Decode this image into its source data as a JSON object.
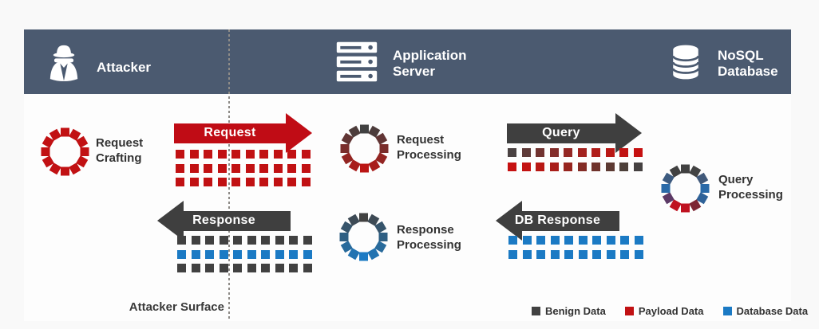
{
  "colors": {
    "header_bg": "#4b5a70",
    "page_bg": "#f9f9f9",
    "content_bg": "#fdfdfd",
    "benign": "#414141",
    "payload": "#c11113",
    "database": "#1b7ac4",
    "divider": "#8e8b87"
  },
  "header": {
    "entities": [
      {
        "icon": "spy-icon",
        "label": "Attacker"
      },
      {
        "icon": "server-icon",
        "label": "Application Server"
      },
      {
        "icon": "database-icon",
        "label": "NoSQL Database"
      }
    ]
  },
  "stages": [
    {
      "id": "request-crafting",
      "label": "Request Crafting"
    },
    {
      "id": "request-processing",
      "label": "Request Processing"
    },
    {
      "id": "query-processing",
      "label": "Query Processing"
    },
    {
      "id": "response-processing",
      "label": "Response Processing"
    }
  ],
  "rings": {
    "request_crafting": [
      "#c11113",
      "#c11113",
      "#c11113",
      "#c11113",
      "#c11113",
      "#c11113",
      "#c11113",
      "#c11113",
      "#c11113",
      "#c11113",
      "#c11113",
      "#c11113"
    ],
    "request_processing": [
      "#414141",
      "#4c3c3b",
      "#613534",
      "#7a2d2b",
      "#932522",
      "#a81d1b",
      "#bb1514",
      "#a81d1b",
      "#932522",
      "#7a2d2b",
      "#613534",
      "#4c3c3b"
    ],
    "query_processing": [
      "#414141",
      "#434343",
      "#41597a",
      "#2a6aa8",
      "#2f6298",
      "#7c2735",
      "#bf1220",
      "#bf1220",
      "#5c3a66",
      "#2a6aa8",
      "#3d5b80",
      "#414141"
    ],
    "response_processing": [
      "#414141",
      "#3d4a55",
      "#36546b",
      "#2f5f83",
      "#286a9b",
      "#2273b1",
      "#1b7ac4",
      "#2273b1",
      "#286a9b",
      "#2f5f83",
      "#36546b",
      "#3d4a55"
    ]
  },
  "arrows": [
    {
      "id": "request",
      "label": "Request",
      "direction": "right",
      "color": "#c00c15"
    },
    {
      "id": "query",
      "label": "Query",
      "direction": "right",
      "color": "#3f3f3f"
    },
    {
      "id": "response",
      "label": "Response",
      "direction": "left",
      "color": "#3f3f3f"
    },
    {
      "id": "db-response",
      "label": "DB Response",
      "direction": "left",
      "color": "#3f3f3f"
    }
  ],
  "data_rows": {
    "request": [
      [
        "#c11113",
        "#c11113",
        "#c11113",
        "#c11113",
        "#c11113",
        "#c11113",
        "#c11113",
        "#c11113",
        "#c11113",
        "#c11113"
      ],
      [
        "#c11113",
        "#c11113",
        "#c11113",
        "#c11113",
        "#c11113",
        "#c11113",
        "#c11113",
        "#c11113",
        "#c11113",
        "#c11113"
      ],
      [
        "#c11113",
        "#c11113",
        "#c11113",
        "#c11113",
        "#c11113",
        "#c11113",
        "#c11113",
        "#c11113",
        "#c11113",
        "#c11113"
      ]
    ],
    "query": [
      [
        "#4a4242",
        "#5e3a38",
        "#713330",
        "#832d2a",
        "#942724",
        "#a3221f",
        "#b01d1a",
        "#ba1815",
        "#c11413",
        "#c61111"
      ],
      [
        "#c61111",
        "#c31312",
        "#b81814",
        "#a91e19",
        "#97251f",
        "#842c26",
        "#70332c",
        "#5d3a33",
        "#4d403a",
        "#454141"
      ]
    ],
    "response": [
      [
        "#414141",
        "#414141",
        "#414141",
        "#414141",
        "#414141",
        "#414141",
        "#414141",
        "#414141",
        "#414141",
        "#414141"
      ],
      [
        "#1b7ac4",
        "#1b7ac4",
        "#1b7ac4",
        "#1b7ac4",
        "#1b7ac4",
        "#1b7ac4",
        "#1b7ac4",
        "#1b7ac4",
        "#1b7ac4",
        "#1b7ac4"
      ],
      [
        "#414141",
        "#414141",
        "#414141",
        "#414141",
        "#414141",
        "#414141",
        "#414141",
        "#414141",
        "#414141",
        "#414141"
      ]
    ],
    "db_response": [
      [
        "#1b7ac4",
        "#1b7ac4",
        "#1b7ac4",
        "#1b7ac4",
        "#1b7ac4",
        "#1b7ac4",
        "#1b7ac4",
        "#1b7ac4",
        "#1b7ac4",
        "#1b7ac4"
      ],
      [
        "#1b7ac4",
        "#1b7ac4",
        "#1b7ac4",
        "#1b7ac4",
        "#1b7ac4",
        "#1b7ac4",
        "#1b7ac4",
        "#1b7ac4",
        "#1b7ac4",
        "#1b7ac4"
      ]
    ]
  },
  "annotations": {
    "attacker_surface": "Attacker Surface"
  },
  "legend": [
    {
      "label": "Benign Data",
      "color": "#414141"
    },
    {
      "label": "Payload Data",
      "color": "#c11113"
    },
    {
      "label": "Database Data",
      "color": "#1b7ac4"
    }
  ]
}
